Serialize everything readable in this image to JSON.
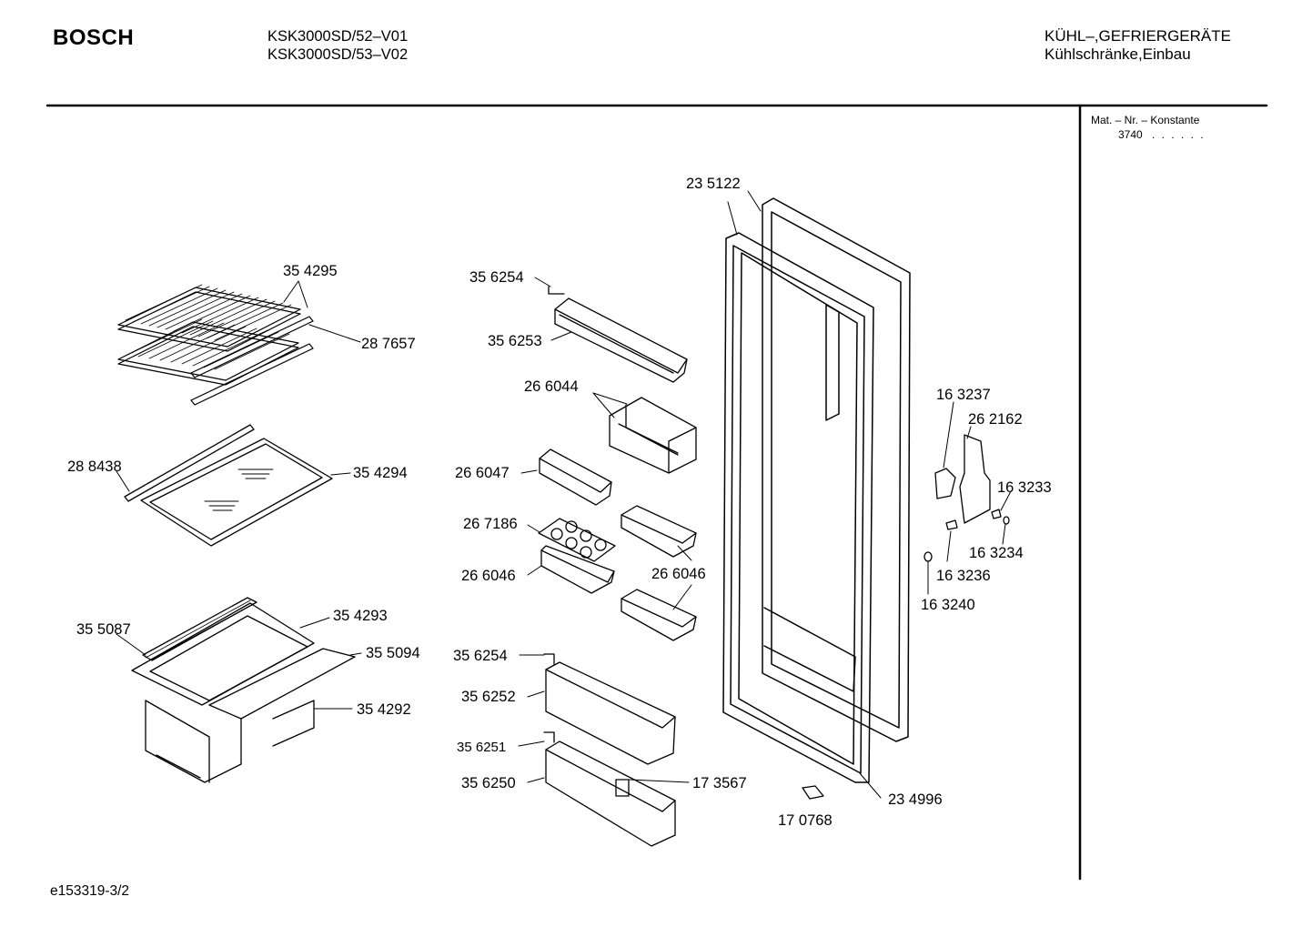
{
  "header": {
    "brand": "BOSCH",
    "models": [
      "KSK3000SD/52–V01",
      "KSK3000SD/53–V02"
    ],
    "category": "KÜHL–,GEFRIERGERÄTE",
    "subcategory": "Kühlschränke,Einbau"
  },
  "side": {
    "mat_title": "Mat. – Nr. – Konstante",
    "mat_value": "3740",
    "mat_dots": ". . . . . ."
  },
  "footer": {
    "code": "e153319-3/2"
  },
  "parts": {
    "p354295": "35 4295",
    "p287657": "28 7657",
    "p288438": "28 8438",
    "p354294": "35 4294",
    "p355087": "35 5087",
    "p354293": "35 4293",
    "p355094": "35 5094",
    "p354292": "35 4292",
    "p356254a": "35 6254",
    "p356253": "35 6253",
    "p266044": "26 6044",
    "p266047": "26 6047",
    "p267186": "26 7186",
    "p266046a": "26 6046",
    "p266046b": "26 6046",
    "p356254b": "35 6254",
    "p356252": "35 6252",
    "p356251": "35 6251",
    "p356250": "35 6250",
    "p173567": "17 3567",
    "p170768": "17 0768",
    "p235122": "23 5122",
    "p234996": "23 4996",
    "p163237": "16 3237",
    "p262162": "26 2162",
    "p163233": "16 3233",
    "p163234": "16 3234",
    "p163236": "16 3236",
    "p163240": "16 3240"
  }
}
